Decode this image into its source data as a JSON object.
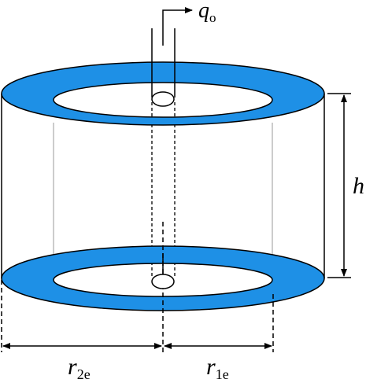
{
  "colors": {
    "ring_fill": "#1e90e6",
    "line": "#000000",
    "inner_wall": "#aaaaaa",
    "background": "#ffffff"
  },
  "labels": {
    "flow": {
      "main": "q",
      "sub": "o"
    },
    "height": {
      "main": "h"
    },
    "outer_radius": {
      "main": "r",
      "sub": "2e"
    },
    "inner_radius": {
      "main": "r",
      "sub": "1e"
    }
  }
}
